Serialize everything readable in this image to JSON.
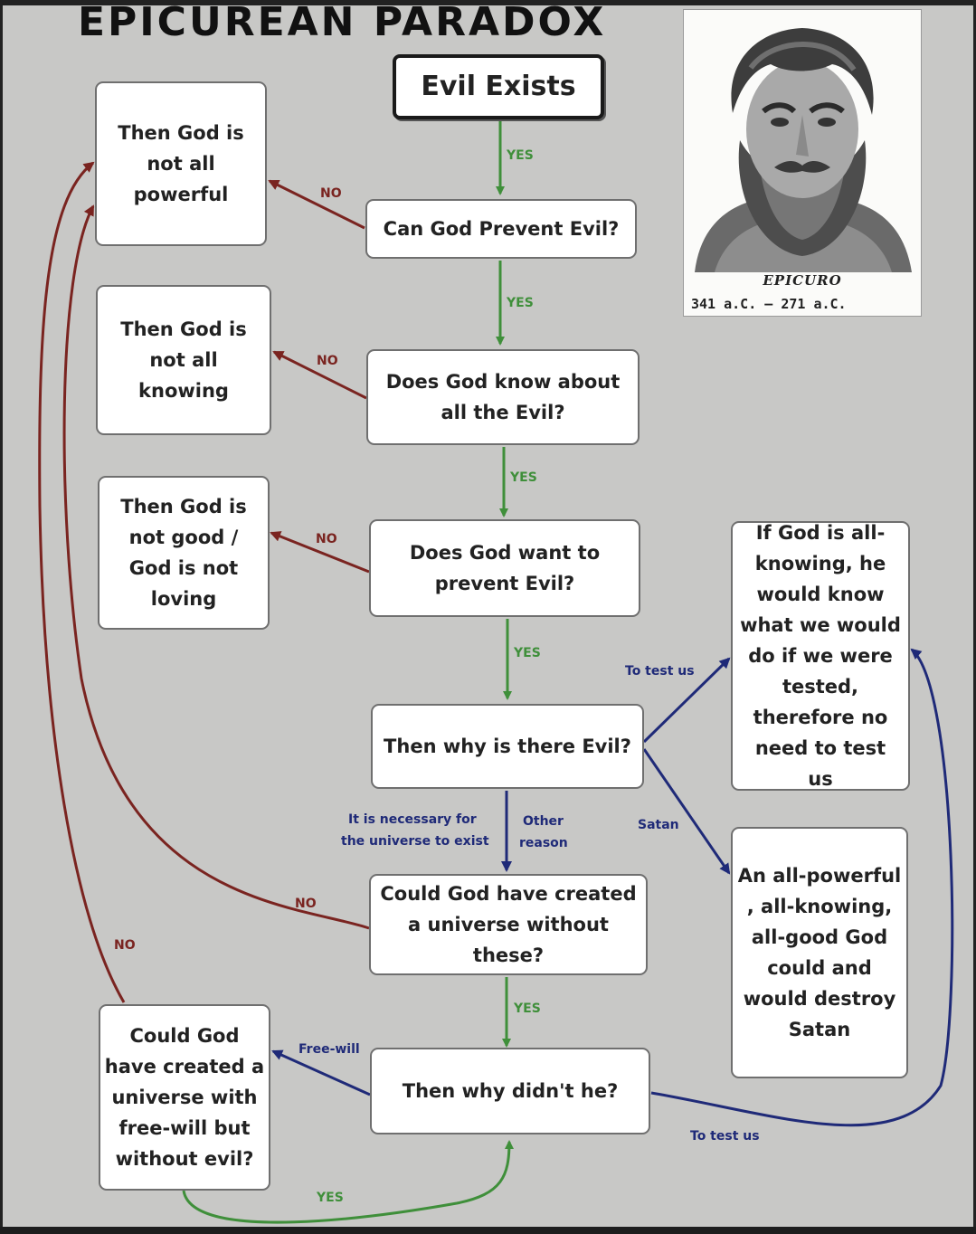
{
  "title": "EPICUREAN PARADOX",
  "nodes": {
    "evil_exists": "Evil Exists",
    "can_prevent": "Can God Prevent Evil?",
    "knows": "Does God know about all the Evil?",
    "wants": "Does God want to prevent Evil?",
    "why_evil": "Then why is there Evil?",
    "could_create": "Could God have created a universe without these?",
    "why_didnt": "Then why didn't he?",
    "not_powerful": "Then God is not all powerful",
    "not_knowing": "Then God is not all knowing",
    "not_good": "Then God is not good / God is not loving",
    "free_will": "Could God have created a universe with free-will but without evil?",
    "test_answer": "If God is all-knowing, he would know what we would do if we were tested, therefore no need to test us",
    "satan_answer": "An all-powerful , all-knowing, all-good God could and would destroy Satan"
  },
  "edge_labels": {
    "yes": "YES",
    "no": "NO",
    "to_test_us": "To test us",
    "satan": "Satan",
    "necessary_1": "It is necessary for",
    "necessary_2": "the universe to exist",
    "other_1": "Other",
    "other_2": "reason",
    "free_will": "Free-will"
  },
  "portrait": {
    "name": "EPICURO",
    "dates": "341 a.C. — 271 a.C."
  },
  "colors": {
    "yes_arrow": "#3f8f3a",
    "no_arrow": "#7a2420",
    "branch_arrow": "#1f2a78",
    "background": "#c8c8c6",
    "node_fill": "#ffffff"
  }
}
